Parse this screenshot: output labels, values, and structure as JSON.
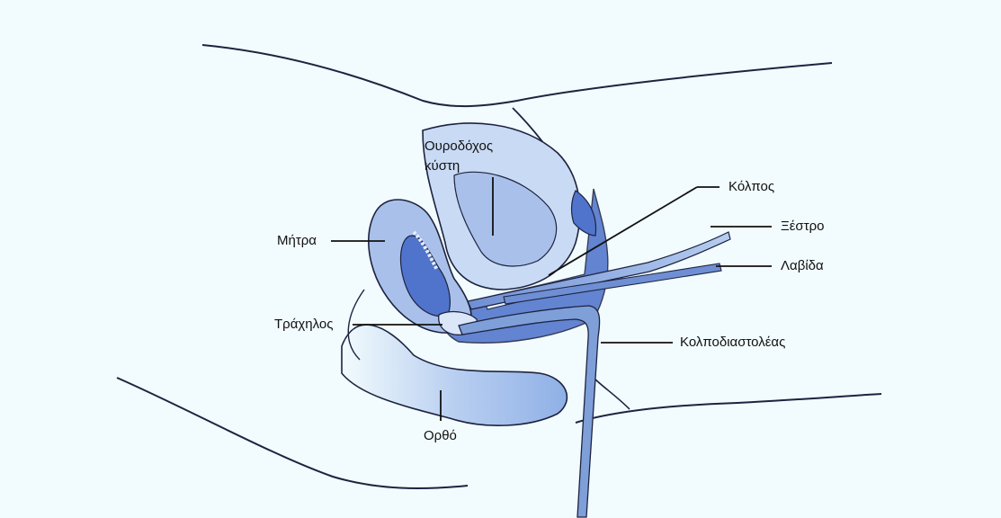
{
  "diagram": {
    "labels": {
      "bladder_line1": "Ουροδόχος",
      "bladder_line2": "κύστη",
      "vagina": "Κόλπος",
      "curette": "Ξέστρο",
      "forceps": "Λαβίδα",
      "uterus": "Μήτρα",
      "cervix": "Τράχηλος",
      "speculum": "Κολποδιαστολέας",
      "rectum": "Ορθό"
    },
    "colors": {
      "background": "#f2fbfd",
      "outline": "#1d2340",
      "tissue_light": "#dbe7f8",
      "tissue_mid": "#a9c1ea",
      "tissue_dark": "#5074cc",
      "instrument": "#6f8fd4"
    }
  }
}
